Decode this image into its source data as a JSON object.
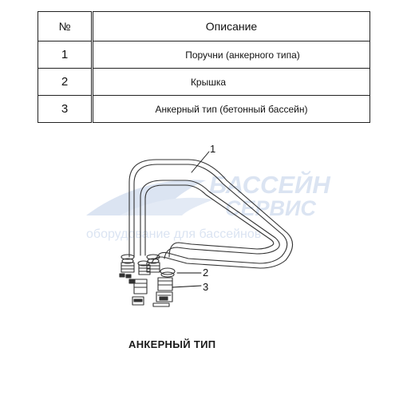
{
  "table": {
    "header": {
      "number": "№",
      "description": "Описание"
    },
    "rows": [
      {
        "number": "1",
        "description": "Поручни (анкерного типа)"
      },
      {
        "number": "2",
        "description": "Крышка"
      },
      {
        "number": "3",
        "description": "Анкерный тип (бетонный бассейн)"
      }
    ]
  },
  "figure": {
    "callouts": [
      "1",
      "2",
      "3"
    ],
    "caption": "АНКЕРНЫЙ ТИП"
  },
  "watermark": {
    "line1": "БАССЕЙН",
    "line2": "СЕРВИС",
    "tagline": "оборудование для бассейнов",
    "color": "#dbe4f2"
  }
}
